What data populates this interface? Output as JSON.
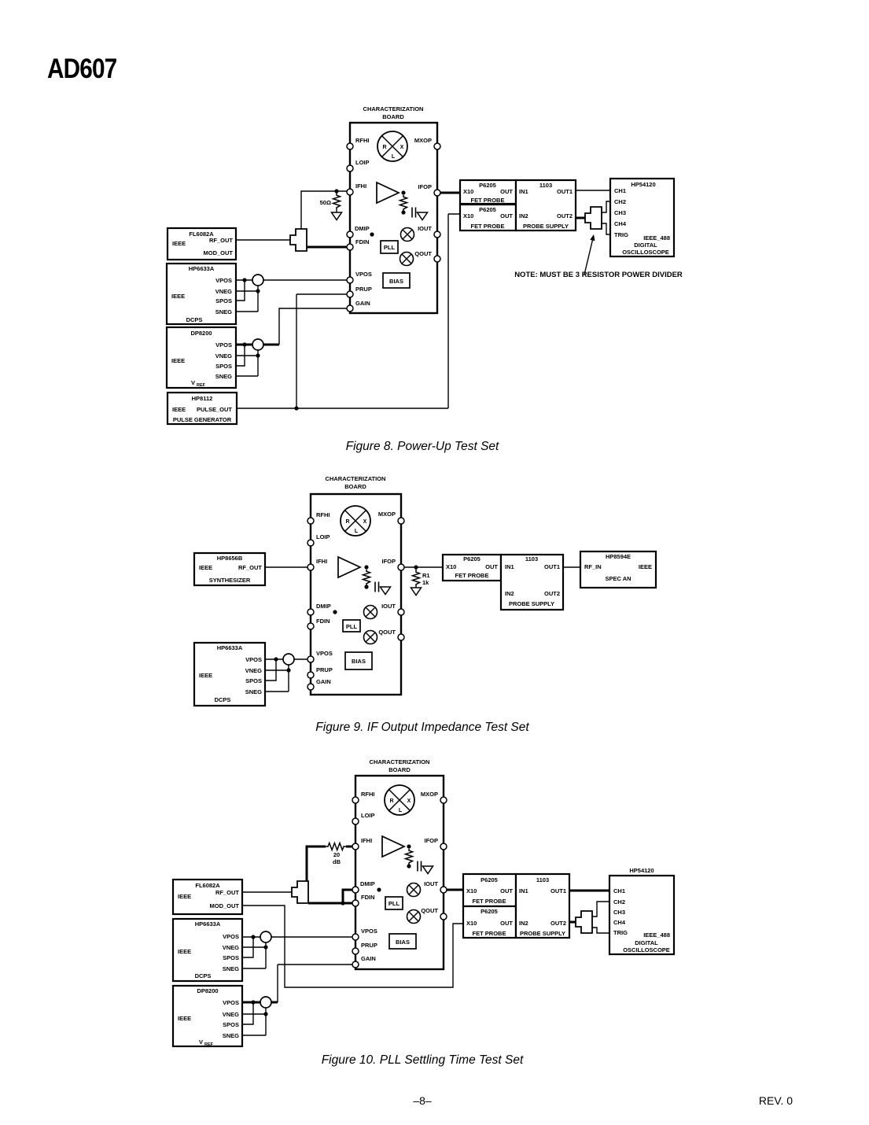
{
  "page": {
    "title": "AD607",
    "page_number": "–8–",
    "revision": "REV. 0"
  },
  "board": {
    "title1": "CHARACTERIZATION",
    "title2": "BOARD",
    "rfhi": "RFHI",
    "loip": "LOIP",
    "mxop": "MXOP",
    "ifhi": "IFHI",
    "ifop": "IFOP",
    "dmip": "DMIP",
    "fdin": "FDIN",
    "iout": "IOUT",
    "qout": "QOUT",
    "vpos": "VPOS",
    "prup": "PRUP",
    "gain": "GAIN",
    "pll": "PLL",
    "bias": "BIAS",
    "mix_r": "R",
    "mix_x": "X",
    "mix_l": "L"
  },
  "instruments": {
    "fl6082a": {
      "name": "FL6082A",
      "ieee": "IEEE",
      "rf_out": "RF_OUT",
      "mod_out": "MOD_OUT"
    },
    "hp6633a": {
      "name": "HP6633A",
      "ieee": "IEEE",
      "vpos": "VPOS",
      "vneg": "VNEG",
      "spos": "SPOS",
      "sneg": "SNEG",
      "type": "DCPS"
    },
    "dp8200": {
      "name": "DP8200",
      "ieee": "IEEE",
      "vpos": "VPOS",
      "vneg": "VNEG",
      "spos": "SPOS",
      "sneg": "SNEG",
      "type_v": "V",
      "type_sub": "REF"
    },
    "hp8112": {
      "name": "HP8112",
      "ieee": "IEEE",
      "pulse_out": "PULSE_OUT",
      "type": "PULSE GENERATOR"
    },
    "hp8656b": {
      "name": "HP8656B",
      "ieee": "IEEE",
      "rf_out": "RF_OUT",
      "type": "SYNTHESIZER"
    },
    "hp8594e": {
      "name": "HP8594E",
      "rf_in": "RF_IN",
      "ieee": "IEEE",
      "type": "SPEC AN"
    },
    "p6205": {
      "name": "P6205",
      "x10": "X10",
      "out": "OUT",
      "type": "FET PROBE"
    },
    "supply_1103": {
      "name": "1103",
      "in1": "IN1",
      "in2": "IN2",
      "out1": "OUT1",
      "out2": "OUT2",
      "type": "PROBE SUPPLY"
    },
    "hp54120": {
      "name": "HP54120",
      "ch1": "CH1",
      "ch2": "CH2",
      "ch3": "CH3",
      "ch4": "CH4",
      "trig": "TRIG",
      "ieee": "IEEE_488",
      "type1": "DIGITAL",
      "type2": "OSCILLOSCOPE"
    }
  },
  "fig8": {
    "caption": "Figure 8.  Power-Up Test Set",
    "termination": "50Ω",
    "note": "NOTE: MUST BE 3 RESISTOR POWER DIVIDER"
  },
  "fig9": {
    "caption": "Figure 9.  IF Output Impedance Test Set",
    "r1_name": "R1",
    "r1_value": "1k"
  },
  "fig10": {
    "caption": "Figure 10.  PLL Settling Time Test Set",
    "attenuator_value": "20",
    "attenuator_unit": "dB"
  }
}
